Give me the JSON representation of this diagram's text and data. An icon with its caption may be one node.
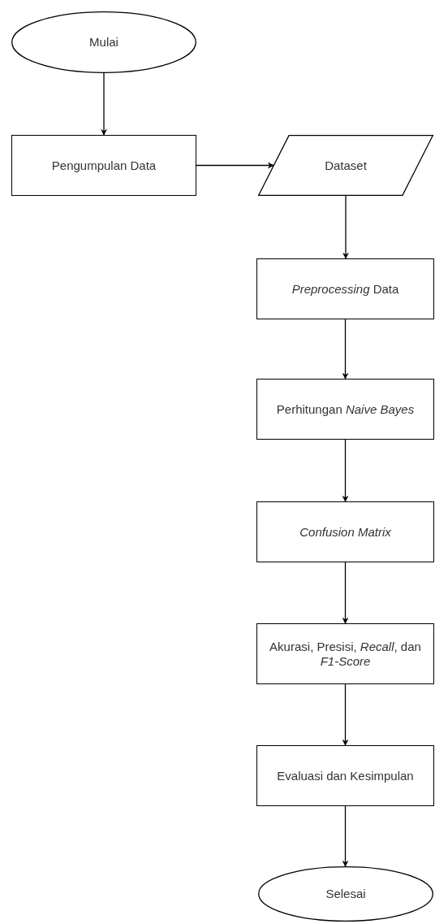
{
  "diagram": {
    "nodes": [
      {
        "text": [
          "Mulai"
        ]
      },
      {
        "text": [
          "Pengumpulan Data"
        ]
      },
      {
        "text": [
          "Dataset"
        ]
      },
      {
        "text": [
          "*Preprocessing* Data"
        ]
      },
      {
        "text": [
          "Perhitungan *Naive Bayes*"
        ]
      },
      {
        "text": [
          "*Confusion Matrix*"
        ]
      },
      {
        "text": [
          "Akurasi, Presisi, *Recall*, dan *F1-Score*"
        ]
      },
      {
        "text": [
          "Evaluasi dan Kesimpulan"
        ]
      },
      {
        "text": [
          "Selesai"
        ]
      }
    ],
    "edges": [
      {
        "from": 0,
        "to": 1,
        "arrow": "to"
      },
      {
        "from": 1,
        "to": 2,
        "arrow": "to"
      },
      {
        "from": 2,
        "to": 3,
        "arrow": "to"
      },
      {
        "from": 3,
        "to": 4,
        "arrow": "to"
      },
      {
        "from": 4,
        "to": 5,
        "arrow": "to"
      },
      {
        "from": 5,
        "to": 6,
        "arrow": "to"
      },
      {
        "from": 6,
        "to": 7,
        "arrow": "to"
      },
      {
        "from": 7,
        "to": 8,
        "arrow": "to"
      }
    ]
  }
}
